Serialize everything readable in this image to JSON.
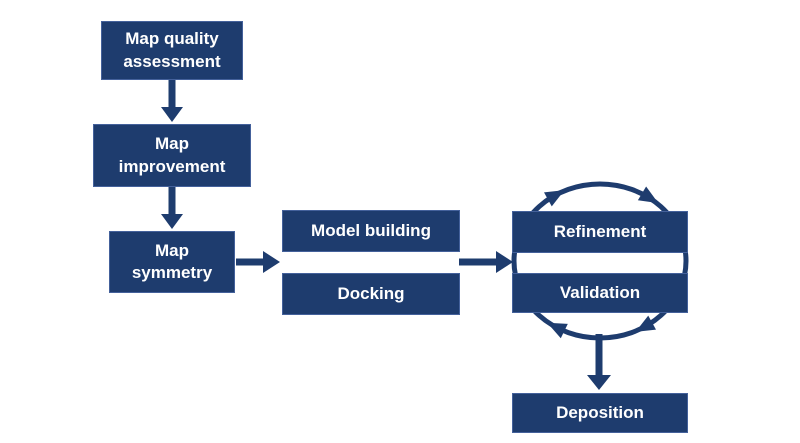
{
  "colors": {
    "node_fill": "#1E3C6E",
    "node_border": "#44619B",
    "node_text": "#FFFFFF",
    "arrow": "#1E3C6E",
    "background": "#FFFFFF"
  },
  "nodes": [
    {
      "id": "map-quality-assessment",
      "label": "Map quality\nassessment"
    },
    {
      "id": "map-improvement",
      "label": "Map\nimprovement"
    },
    {
      "id": "map-symmetry",
      "label": "Map\nsymmetry"
    },
    {
      "id": "model-building",
      "label": "Model building"
    },
    {
      "id": "docking",
      "label": "Docking"
    },
    {
      "id": "refinement",
      "label": "Refinement"
    },
    {
      "id": "validation",
      "label": "Validation"
    },
    {
      "id": "deposition",
      "label": "Deposition"
    }
  ],
  "edges": [
    {
      "from": "map-quality-assessment",
      "to": "map-improvement",
      "type": "arrow-down"
    },
    {
      "from": "map-improvement",
      "to": "map-symmetry",
      "type": "arrow-down"
    },
    {
      "from": "map-symmetry",
      "to": "model-building / docking",
      "type": "arrow-right"
    },
    {
      "from": "model-building / docking",
      "to": "refinement / validation",
      "type": "arrow-right"
    },
    {
      "from": "refinement",
      "to": "validation",
      "type": "clockwise-cycle"
    },
    {
      "from": "refinement / validation",
      "to": "deposition",
      "type": "arrow-down"
    }
  ]
}
